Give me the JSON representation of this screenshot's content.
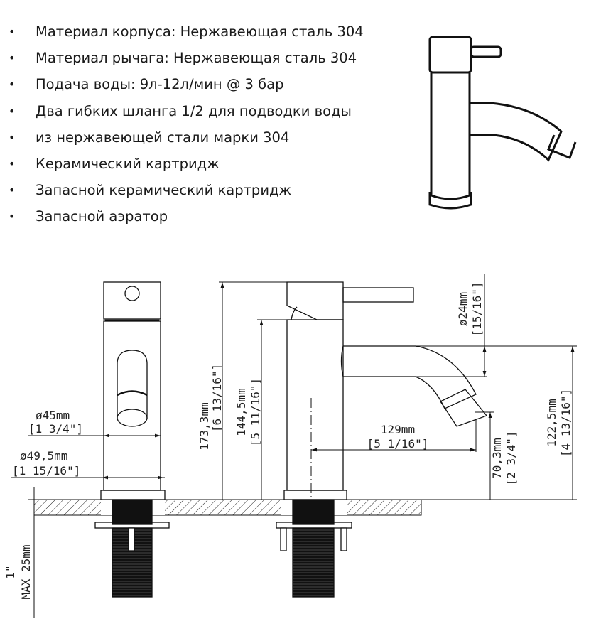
{
  "specs": [
    "Материал корпуса: Нержавеющая сталь 304",
    "Материал рычага: Нержавеющая сталь 304",
    "Подача воды: 9л-12л/мин @ 3 бар",
    "Два гибких шланга 1/2 для подводки воды",
    "из нержавеющей стали марки 304",
    "Керамический картридж",
    "Запасной керамический картридж",
    "Запасной аэратор"
  ],
  "bullet": "•",
  "dimensions": {
    "d45_mm": "ø45mm",
    "d45_in": "[1 3/4\"]",
    "d49_mm": "ø49,5mm",
    "d49_in": "[1 15/16\"]",
    "h173_mm": "173,3mm",
    "h173_in": "[6 13/16\"]",
    "h144_mm": "144,5mm",
    "h144_in": "[5 11/16\"]",
    "l129_mm": "129mm",
    "l129_in": "[5 1/16\"]",
    "d24_mm": "ø24mm",
    "d24_in": "[15/16\"]",
    "h70_mm": "70,3mm",
    "h70_in": "[2 3/4\"]",
    "h122_mm": "122,5mm",
    "h122_in": "[4 13/16\"]",
    "max_in": "1\"",
    "max_mm": "MAX 25mm"
  }
}
